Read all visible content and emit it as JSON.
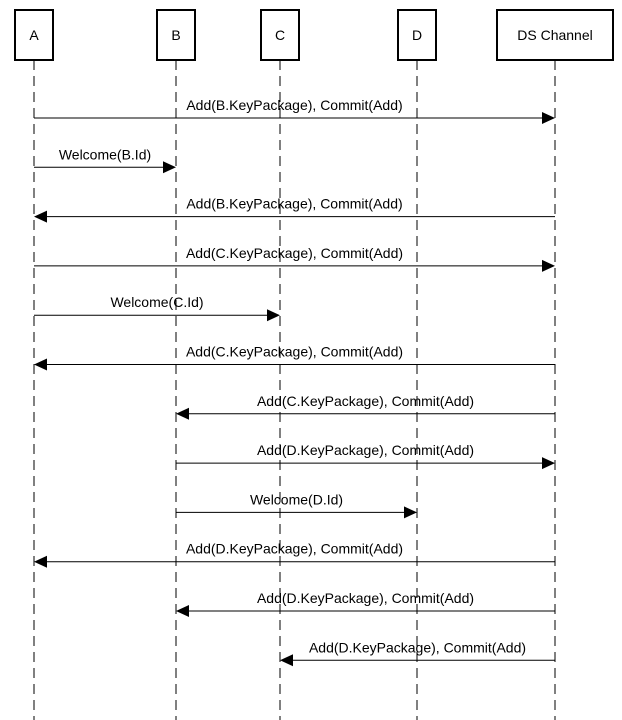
{
  "participants": [
    {
      "id": "A",
      "label": "A"
    },
    {
      "id": "B",
      "label": "B"
    },
    {
      "id": "C",
      "label": "C"
    },
    {
      "id": "D",
      "label": "D"
    },
    {
      "id": "DS",
      "label": "DS Channel"
    }
  ],
  "messages": [
    {
      "from": "A",
      "to": "DS",
      "label": "Add(B.KeyPackage), Commit(Add)"
    },
    {
      "from": "A",
      "to": "B",
      "label": "Welcome(B.Id)"
    },
    {
      "from": "DS",
      "to": "A",
      "label": "Add(B.KeyPackage), Commit(Add)"
    },
    {
      "from": "A",
      "to": "DS",
      "label": "Add(C.KeyPackage), Commit(Add)"
    },
    {
      "from": "A",
      "to": "C",
      "label": "Welcome(C.Id)"
    },
    {
      "from": "DS",
      "to": "A",
      "label": "Add(C.KeyPackage), Commit(Add)"
    },
    {
      "from": "DS",
      "to": "B",
      "label": "Add(C.KeyPackage), Commit(Add)"
    },
    {
      "from": "B",
      "to": "DS",
      "label": "Add(D.KeyPackage), Commit(Add)"
    },
    {
      "from": "B",
      "to": "D",
      "label": "Welcome(D.Id)"
    },
    {
      "from": "DS",
      "to": "A",
      "label": "Add(D.KeyPackage), Commit(Add)"
    },
    {
      "from": "DS",
      "to": "B",
      "label": "Add(D.KeyPackage), Commit(Add)"
    },
    {
      "from": "DS",
      "to": "C",
      "label": "Add(D.KeyPackage), Commit(Add)"
    }
  ]
}
